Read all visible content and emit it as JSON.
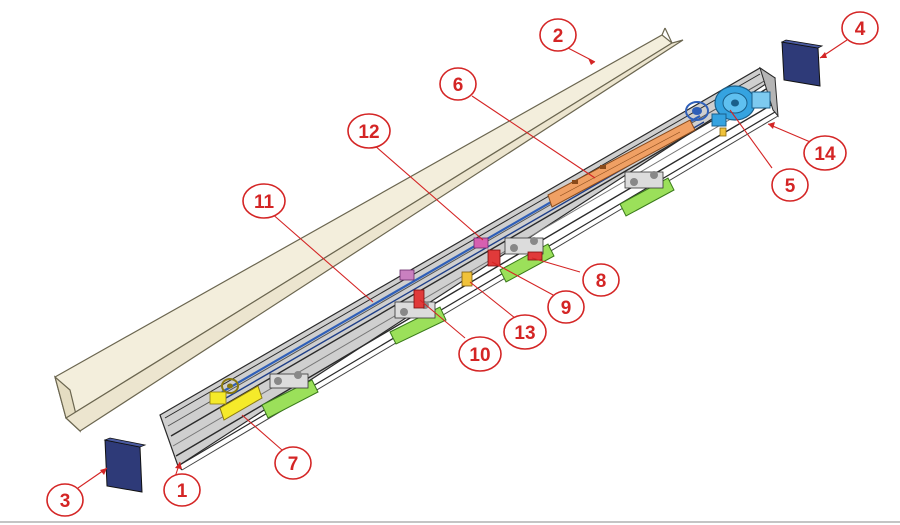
{
  "diagram": {
    "callouts": [
      {
        "id": "1",
        "label": "1"
      },
      {
        "id": "2",
        "label": "2"
      },
      {
        "id": "3",
        "label": "3"
      },
      {
        "id": "4",
        "label": "4"
      },
      {
        "id": "5",
        "label": "5"
      },
      {
        "id": "6",
        "label": "6"
      },
      {
        "id": "7",
        "label": "7"
      },
      {
        "id": "8",
        "label": "8"
      },
      {
        "id": "9",
        "label": "9"
      },
      {
        "id": "10",
        "label": "10"
      },
      {
        "id": "11",
        "label": "11"
      },
      {
        "id": "12",
        "label": "12"
      },
      {
        "id": "13",
        "label": "13"
      },
      {
        "id": "14",
        "label": "14"
      }
    ],
    "colors": {
      "callout": "#d42525",
      "cover": "#f3eedc",
      "cover_edge": "#6b6650",
      "rail": "#3a3a3a",
      "end_cap": "#2e3a78",
      "belt": "#2f5fb8",
      "motor": "#35a3e0",
      "carriage": "#9be05a",
      "battery": "#f5ea2a",
      "controller": "#f0a064",
      "magenta": "#d65fb0",
      "red_part": "#e03a3a"
    }
  }
}
